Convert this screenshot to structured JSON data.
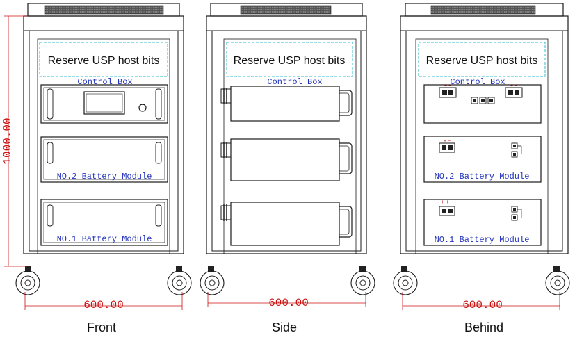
{
  "colors": {
    "line": "#1a1a1a",
    "dimension": "#cc1111",
    "label_blue": "#2233bb",
    "reserve_border": "#33bbcc"
  },
  "dimensions": {
    "height": "1000.00",
    "width": "600.00"
  },
  "views": [
    {
      "id": "front",
      "view_label": "Front",
      "reserve_label": "Reserve USP host bits",
      "control_box_label": "Control Box",
      "modules": [
        "NO.2 Battery Module",
        "NO.1 Battery Module"
      ]
    },
    {
      "id": "side",
      "view_label": "Side",
      "reserve_label": "Reserve USP host bits",
      "control_box_label": "Control Box",
      "modules": [
        "",
        ""
      ]
    },
    {
      "id": "behind",
      "view_label": "Behind",
      "reserve_label": "Reserve USP host bits",
      "control_box_label": "Control Box",
      "modules": [
        "NO.2 Battery Module",
        "NO.1 Battery Module"
      ]
    }
  ]
}
